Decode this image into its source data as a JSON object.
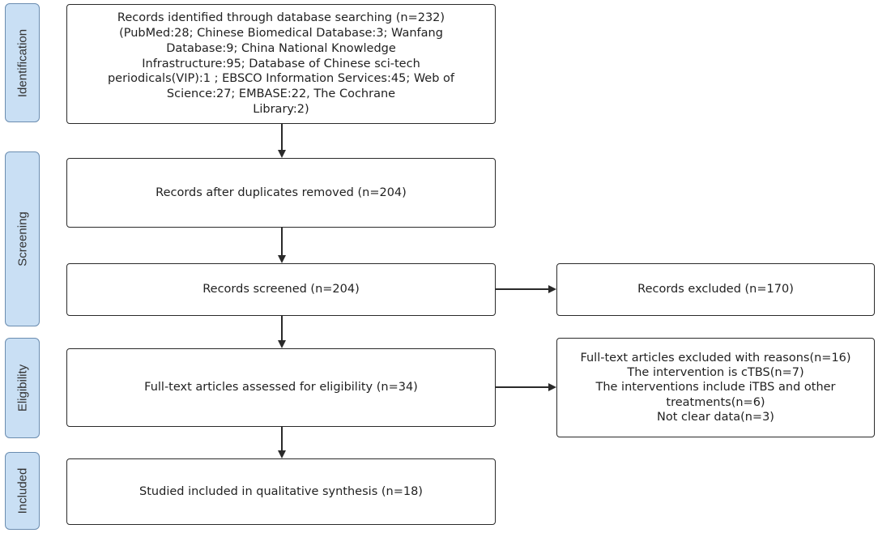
{
  "stages": {
    "identification": "Identification",
    "screening": "Screening",
    "eligibility": "Eligibility",
    "included": "Included"
  },
  "boxes": {
    "identified": [
      "Records identified through database searching (n=232)",
      "(PubMed:28; Chinese Biomedical Database:3; Wanfang",
      "Database:9; China National Knowledge",
      "Infrastructure:95; Database of Chinese sci-tech",
      "periodicals(VIP):1 ; EBSCO Information Services:45; Web of",
      "Science:27; EMBASE:22, The Cochrane",
      "Library:2)"
    ],
    "duplicates_removed": "Records after duplicates removed (n=204)",
    "screened": "Records screened (n=204)",
    "excluded": "Records excluded (n=170)",
    "fulltext_assessed": "Full-text articles assessed for eligibility (n=34)",
    "fulltext_excluded": [
      "Full-text articles excluded with reasons(n=16)",
      "The intervention is cTBS(n=7)",
      "The interventions include iTBS and other",
      "treatments(n=6)",
      "Not clear data(n=3)"
    ],
    "included": "Studied included in qualitative synthesis (n=18)"
  }
}
